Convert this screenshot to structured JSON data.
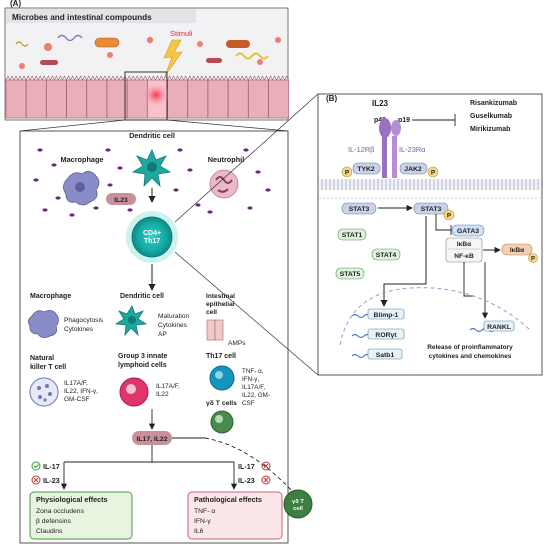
{
  "panelA": {
    "letter": "(A)",
    "header_title": "Microbes and intestinal compounds",
    "stimuli_label": "Stimuli",
    "macrophage_top": "Macrophage",
    "dendritic_top": "Dendritic cell",
    "neutrophil_top": "Neutrophil",
    "il23_chip": "IL23",
    "cd4_line1": "CD4+",
    "cd4_line2": "Th17",
    "macrophage_label": "Macrophage",
    "macrophage_functions": [
      "Phagocytosis",
      "Cytokines"
    ],
    "dendritic_label": "Dendritic cell",
    "dendritic_functions": [
      "Maturation",
      "Cytokines",
      "AP"
    ],
    "iec_label": [
      "Intestinal",
      "epithelial",
      "cell"
    ],
    "amps_label": "AMPs",
    "nkt_label": [
      "Natural",
      "killer T cell"
    ],
    "nkt_cytokines": [
      "IL17A/F,",
      "IL22, IFN-γ,",
      "GM-CSF"
    ],
    "ilc3_label": [
      "Group 3 innate",
      "lymphoid cells"
    ],
    "ilc3_cytokines": [
      "IL17A/F,",
      "IL22"
    ],
    "th17_label": "Th17 cell",
    "th17_cytokines": [
      "TNF- α,",
      "IFN-γ,",
      "IL17A/F,",
      "IL22, GM-",
      "CSF"
    ],
    "gd_label": "γδ T cells",
    "il17_22_chip": "IL17, IL22",
    "gd_circle": [
      "γδ T",
      "cell"
    ],
    "left_status": [
      "IL-17",
      "IL-23"
    ],
    "right_status": [
      "IL-17",
      "IL-23"
    ],
    "physiological_title": "Physiological effects",
    "physiological_items": [
      "Zona occludens",
      "β defensins",
      "Claudins"
    ],
    "pathological_title": "Pathological effects",
    "pathological_items": [
      "TNF- α",
      "IFN-γ",
      "IL6"
    ]
  },
  "panelB": {
    "letter": "(B)",
    "il23": "IL23",
    "p40": "p40",
    "p19": "p19",
    "il12rb": "IL-12Rβ",
    "il23ra": "IL-23Rα",
    "tyk2": "TYK2",
    "jak2": "JAK2",
    "p": "P",
    "drugs": [
      "Risankizumab",
      "Guselkumab",
      "Mirikizumab"
    ],
    "stat3_left": "STAT3",
    "stat3_right": "STAT3",
    "gata3": "GATA3",
    "stat1": "STAT1",
    "stat4": "STAT4",
    "stat5": "STAT5",
    "ikba": "IκBα",
    "nfkb": "NF-κB",
    "ikba_free": "IκBα",
    "blimp": "Blimp-1",
    "roryt": "RORγt",
    "satb1": "Satb1",
    "rankl": "RANKL",
    "release": [
      "Release of proinflammatory",
      "cytokines and chemokines"
    ]
  },
  "colors": {
    "pink_box": "#f2d0da",
    "il_chip": "#c9909c",
    "th17_teal": "#1fb9b4",
    "stat_green": "#dff2df",
    "gata_blue": "#cfe0f2",
    "ikb_orange": "#f3d0b4",
    "p_yellow": "#f5d98a",
    "receptor_purple": "#9b6fc2",
    "physio_green": "#e6f4e0",
    "patho_pink": "#fbe6ea"
  }
}
